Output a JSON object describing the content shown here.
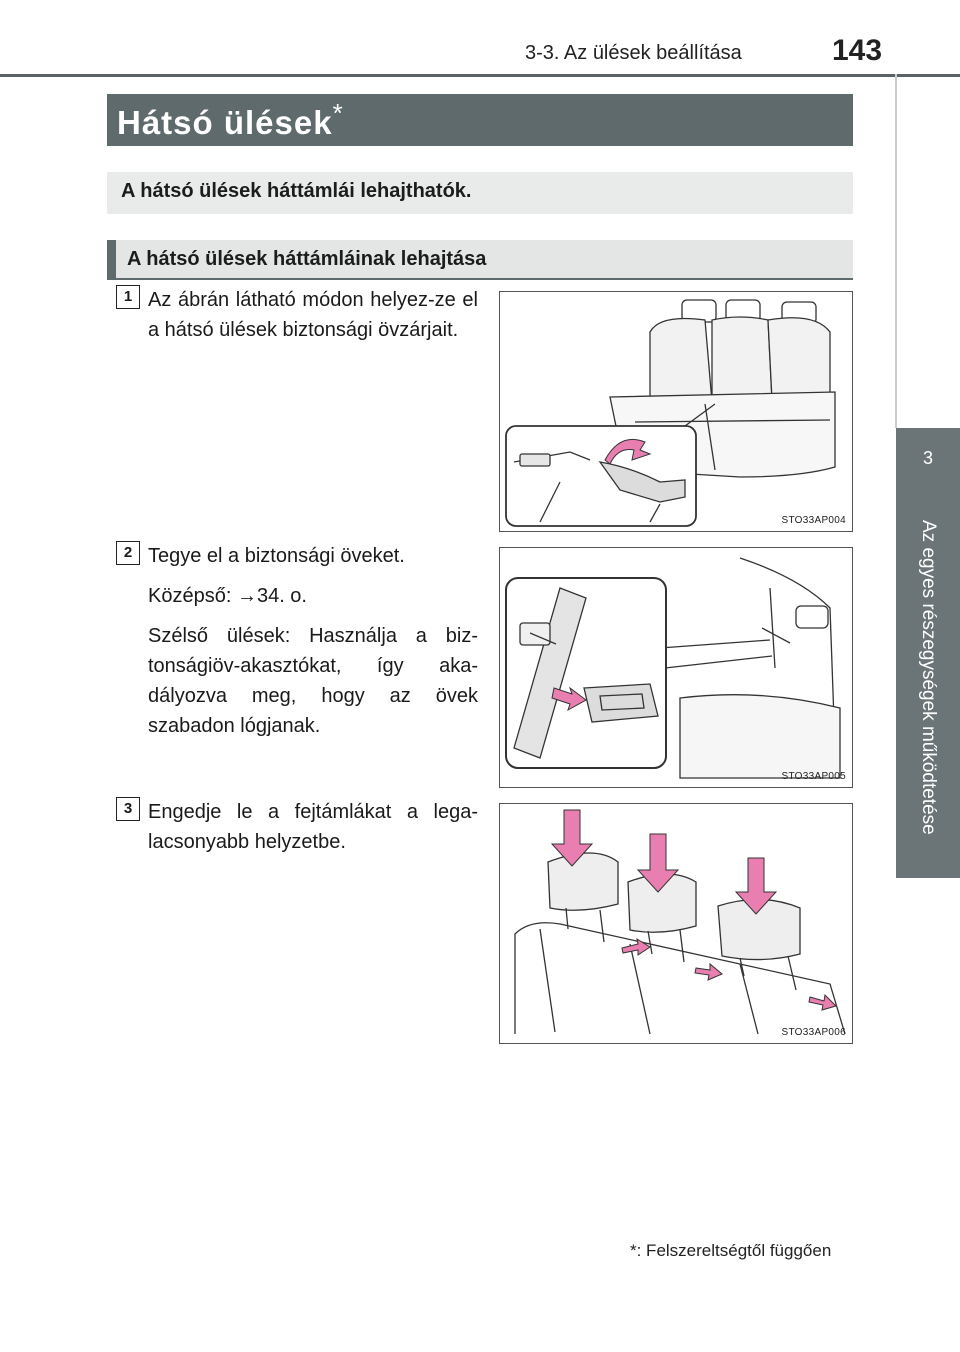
{
  "header": {
    "section": "3-3. Az ülések beállítása",
    "page_number": "143"
  },
  "side_tab": {
    "chapter_number": "3",
    "chapter_title": "Az egyes részegységek működtetése"
  },
  "title": {
    "text": "Hátsó ülések",
    "asterisk": "*"
  },
  "subtitle": "A hátsó ülések háttámlái lehajthatók.",
  "section_heading": "A hátsó ülések háttámláinak lehajtása",
  "steps": [
    {
      "number": "1",
      "paragraphs": [
        "Az ábrán látható módon helyez-ze el a hátsó ülések biztonsági övzárjait."
      ]
    },
    {
      "number": "2",
      "paragraphs": [
        "Tegye el a biztonsági öveket.",
        "Középső: →34. o.",
        "Szélső ülések: Használja a biz-tonságiöv-akasztókat, így aka-dályozva meg, hogy az övek szabadon lógjanak."
      ]
    },
    {
      "number": "3",
      "paragraphs": [
        "Engedje le a fejtámlákat a lega-lacsonyabb helyzetbe."
      ]
    }
  ],
  "figures": [
    {
      "code": "STO33AP004"
    },
    {
      "code": "STO33AP005"
    },
    {
      "code": "STO33AP006"
    }
  ],
  "footnote": "*: Felszereltségtől függően",
  "colors": {
    "title_bar": "#5e6a6c",
    "side_tab": "#6b7476",
    "arrow_pink": "#e87fb0"
  }
}
